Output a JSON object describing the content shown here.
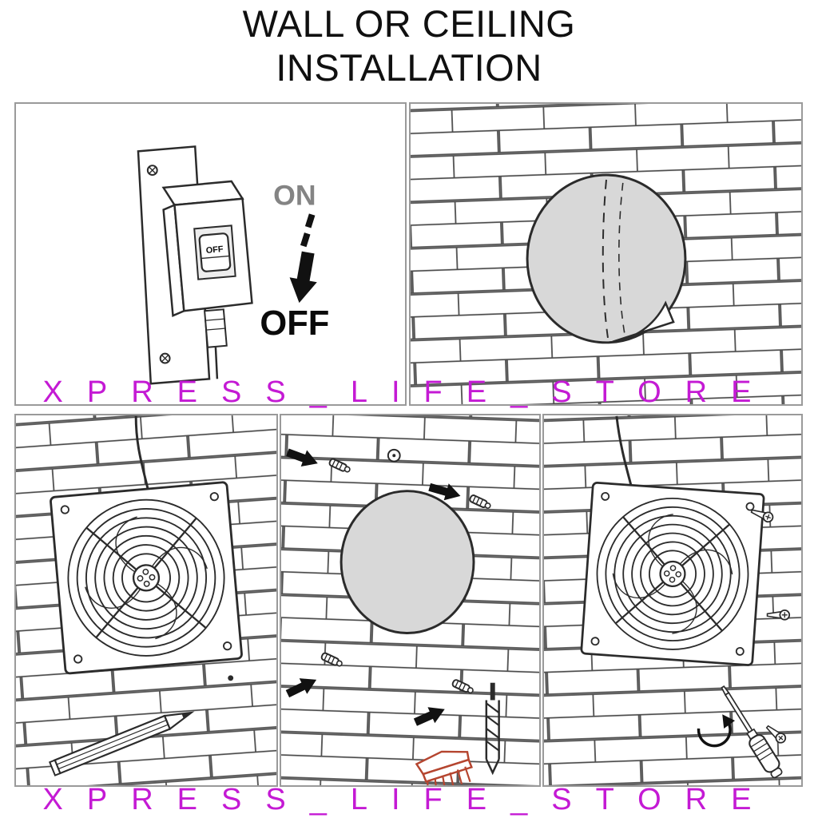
{
  "title": {
    "line1": "WALL OR CEILING",
    "line2": "INSTALLATION"
  },
  "watermark": {
    "text": "XPRESS_LIFE_STORE",
    "color": "#c41ad4"
  },
  "step_power_off": {
    "on_label": "ON",
    "off_label": "OFF",
    "breaker_switch_label": "OFF"
  },
  "colors": {
    "line": "#2b2b2b",
    "mortar": "#4d4d4d",
    "hole_fill": "#d8d8d8",
    "on_label_gray": "#848484",
    "off_label_black": "#0a0a0a",
    "brush_red": "#b5452f",
    "panel_border": "#9a9a9a",
    "watermark": "#c41ad4"
  },
  "panels": [
    {
      "id": "power-off",
      "icons": [
        "circuit-breaker-icon",
        "down-arrow-icon",
        "mounting-plate-icon"
      ]
    },
    {
      "id": "cut-hole",
      "icons": [
        "brick-wall-icon",
        "wall-hole-icon"
      ]
    },
    {
      "id": "mark-position",
      "icons": [
        "brick-wall-icon",
        "exhaust-fan-icon",
        "pencil-icon",
        "power-cord-icon"
      ]
    },
    {
      "id": "insert-anchors",
      "icons": [
        "brick-wall-icon",
        "wall-hole-icon",
        "wall-plug-icon",
        "fat-arrow-icon",
        "drill-bit-icon",
        "brush-icon"
      ]
    },
    {
      "id": "fix-screws",
      "icons": [
        "brick-wall-icon",
        "exhaust-fan-icon",
        "screw-icon",
        "screwdriver-icon",
        "rotate-arrow-icon",
        "power-cord-icon"
      ]
    }
  ]
}
